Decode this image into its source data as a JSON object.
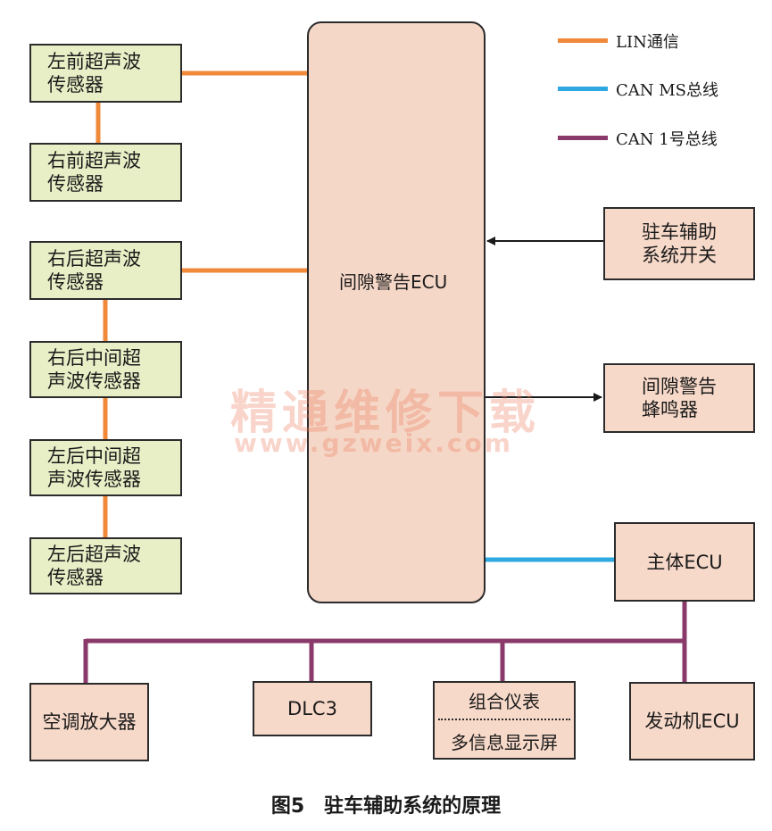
{
  "legend": {
    "lin": {
      "label": "LIN通信",
      "color": "#f08a3a"
    },
    "can_ms": {
      "label": "CAN MS总线",
      "color": "#2ea8e0"
    },
    "can_1": {
      "label": "CAN 1号总线",
      "color": "#8a3a6a"
    }
  },
  "sensors": [
    "左前超声波\n传感器",
    "右前超声波\n传感器",
    "右后超声波\n传感器",
    "右后中间超\n声波传感器",
    "左后中间超\n声波传感器",
    "左后超声波\n传感器"
  ],
  "ecu": {
    "label": "间隙警告ECU"
  },
  "switch": {
    "label": "驻车辅助\n系统开关"
  },
  "buzzer": {
    "label": "间隙警告\n蜂鸣器"
  },
  "body_ecu": {
    "label": "主体ECU"
  },
  "bus_devices": {
    "ac": "空调放大器",
    "dlc3": "DLC3",
    "cluster_top": "组合仪表",
    "cluster_bottom": "多信息显示屏",
    "engine": "发动机ECU"
  },
  "watermark": {
    "line1": "精通维修下载",
    "line2": "www.gzweix.com"
  },
  "caption": "图5　驻车辅助系统的原理"
}
